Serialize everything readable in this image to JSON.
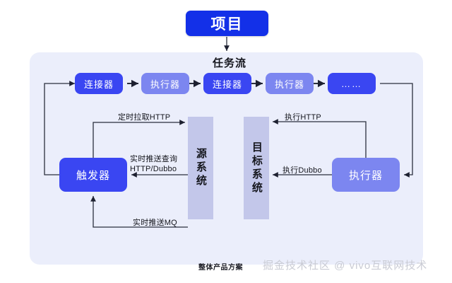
{
  "title_box": {
    "label": "项目"
  },
  "flow": {
    "heading": "任务流",
    "nodes": [
      {
        "label": "连接器",
        "style": "strong"
      },
      {
        "label": "执行器",
        "style": "soft"
      },
      {
        "label": "连接器",
        "style": "strong"
      },
      {
        "label": "执行器",
        "style": "soft"
      },
      {
        "label": "……",
        "style": "strong"
      }
    ]
  },
  "nodes": {
    "trigger": "触发器",
    "executor": "执行器"
  },
  "systems": {
    "source": "源系统",
    "target": "目标系统"
  },
  "edges": {
    "scheduled_pull": "定时拉取HTTP",
    "realtime_push_query_line1": "实时推送查询",
    "realtime_push_query_line2": "HTTP/Dubbo",
    "realtime_push_mq": "实时推送MQ",
    "exec_http": "执行HTTP",
    "exec_dubbo": "执行Dubbo"
  },
  "caption": {
    "text": "整体产品方案",
    "watermark": "掘金技术社区 @ vivo互联网技术"
  },
  "colors": {
    "project_blue": "#1330e8",
    "node_strong": "#3a46f2",
    "node_soft": "#7c86f0",
    "panel_bg": "#ebeefb",
    "sysbar": "#c3c7ea",
    "wire": "#2b2f3d"
  }
}
